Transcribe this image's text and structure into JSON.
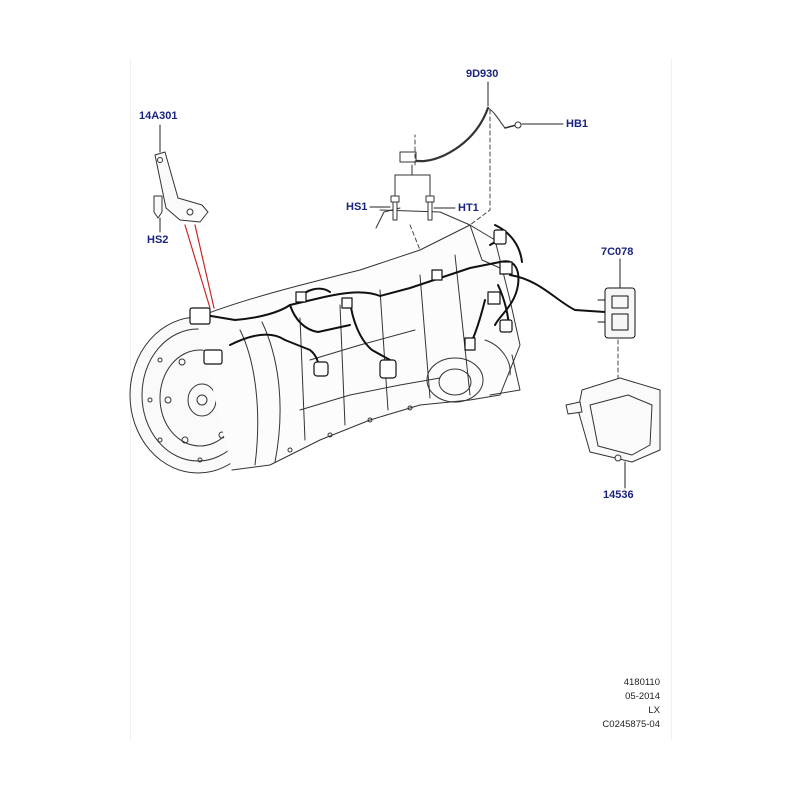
{
  "diagram": {
    "label_color": "#1a237e",
    "leader_color": "#c62828",
    "callouts": {
      "bracket": "14A301",
      "bracket_screw": "HS2",
      "vent_hose": "9D930",
      "vent_clip": "HB1",
      "screw_1": "HS1",
      "stud_1": "HT1",
      "connector": "7C078",
      "heat_shield": "14536"
    },
    "info_block": {
      "line1": "4180110",
      "line2": "05-2014",
      "line3": "LX",
      "line4": "C0245875-04"
    }
  }
}
